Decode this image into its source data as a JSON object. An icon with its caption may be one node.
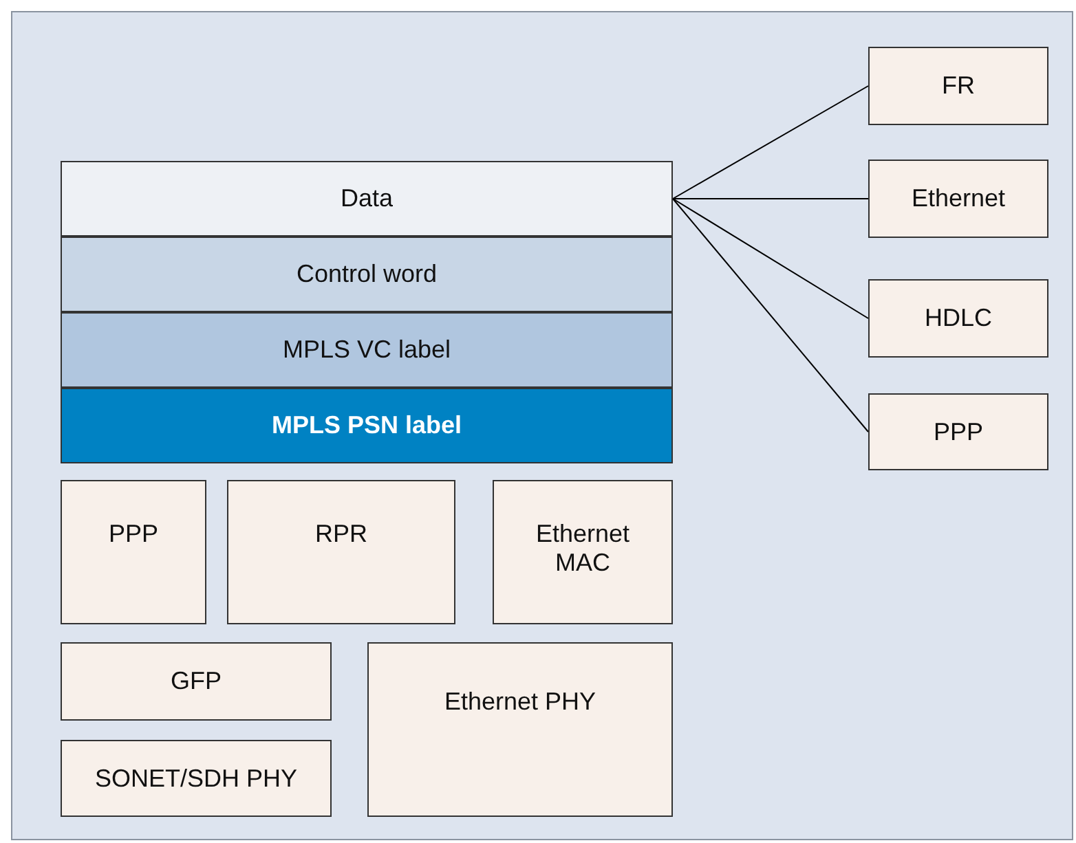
{
  "diagram": {
    "nodes": [
      {
        "text": [
          "Data"
        ]
      },
      {
        "text": [
          "Control word"
        ]
      },
      {
        "text": [
          "MPLS VC label"
        ]
      },
      {
        "text": [
          "MPLS PSN label"
        ]
      },
      {
        "text": [
          "PPP"
        ]
      },
      {
        "text": [
          "RPR"
        ]
      },
      {
        "text": [
          "Ethernet MAC"
        ]
      },
      {
        "text": [
          "GFP"
        ]
      },
      {
        "text": [
          "SONET/SDH PHY"
        ]
      },
      {
        "text": [
          "Ethernet PHY"
        ]
      },
      {
        "text": [
          "FR"
        ]
      },
      {
        "text": [
          "Ethernet"
        ]
      },
      {
        "text": [
          "HDLC"
        ]
      },
      {
        "text": [
          "PPP"
        ]
      }
    ],
    "edges": [
      {
        "from": 0,
        "to": 10,
        "arrow": "none"
      },
      {
        "from": 0,
        "to": 11,
        "arrow": "none"
      },
      {
        "from": 0,
        "to": 12,
        "arrow": "none"
      },
      {
        "from": 0,
        "to": 13,
        "arrow": "none"
      }
    ]
  }
}
